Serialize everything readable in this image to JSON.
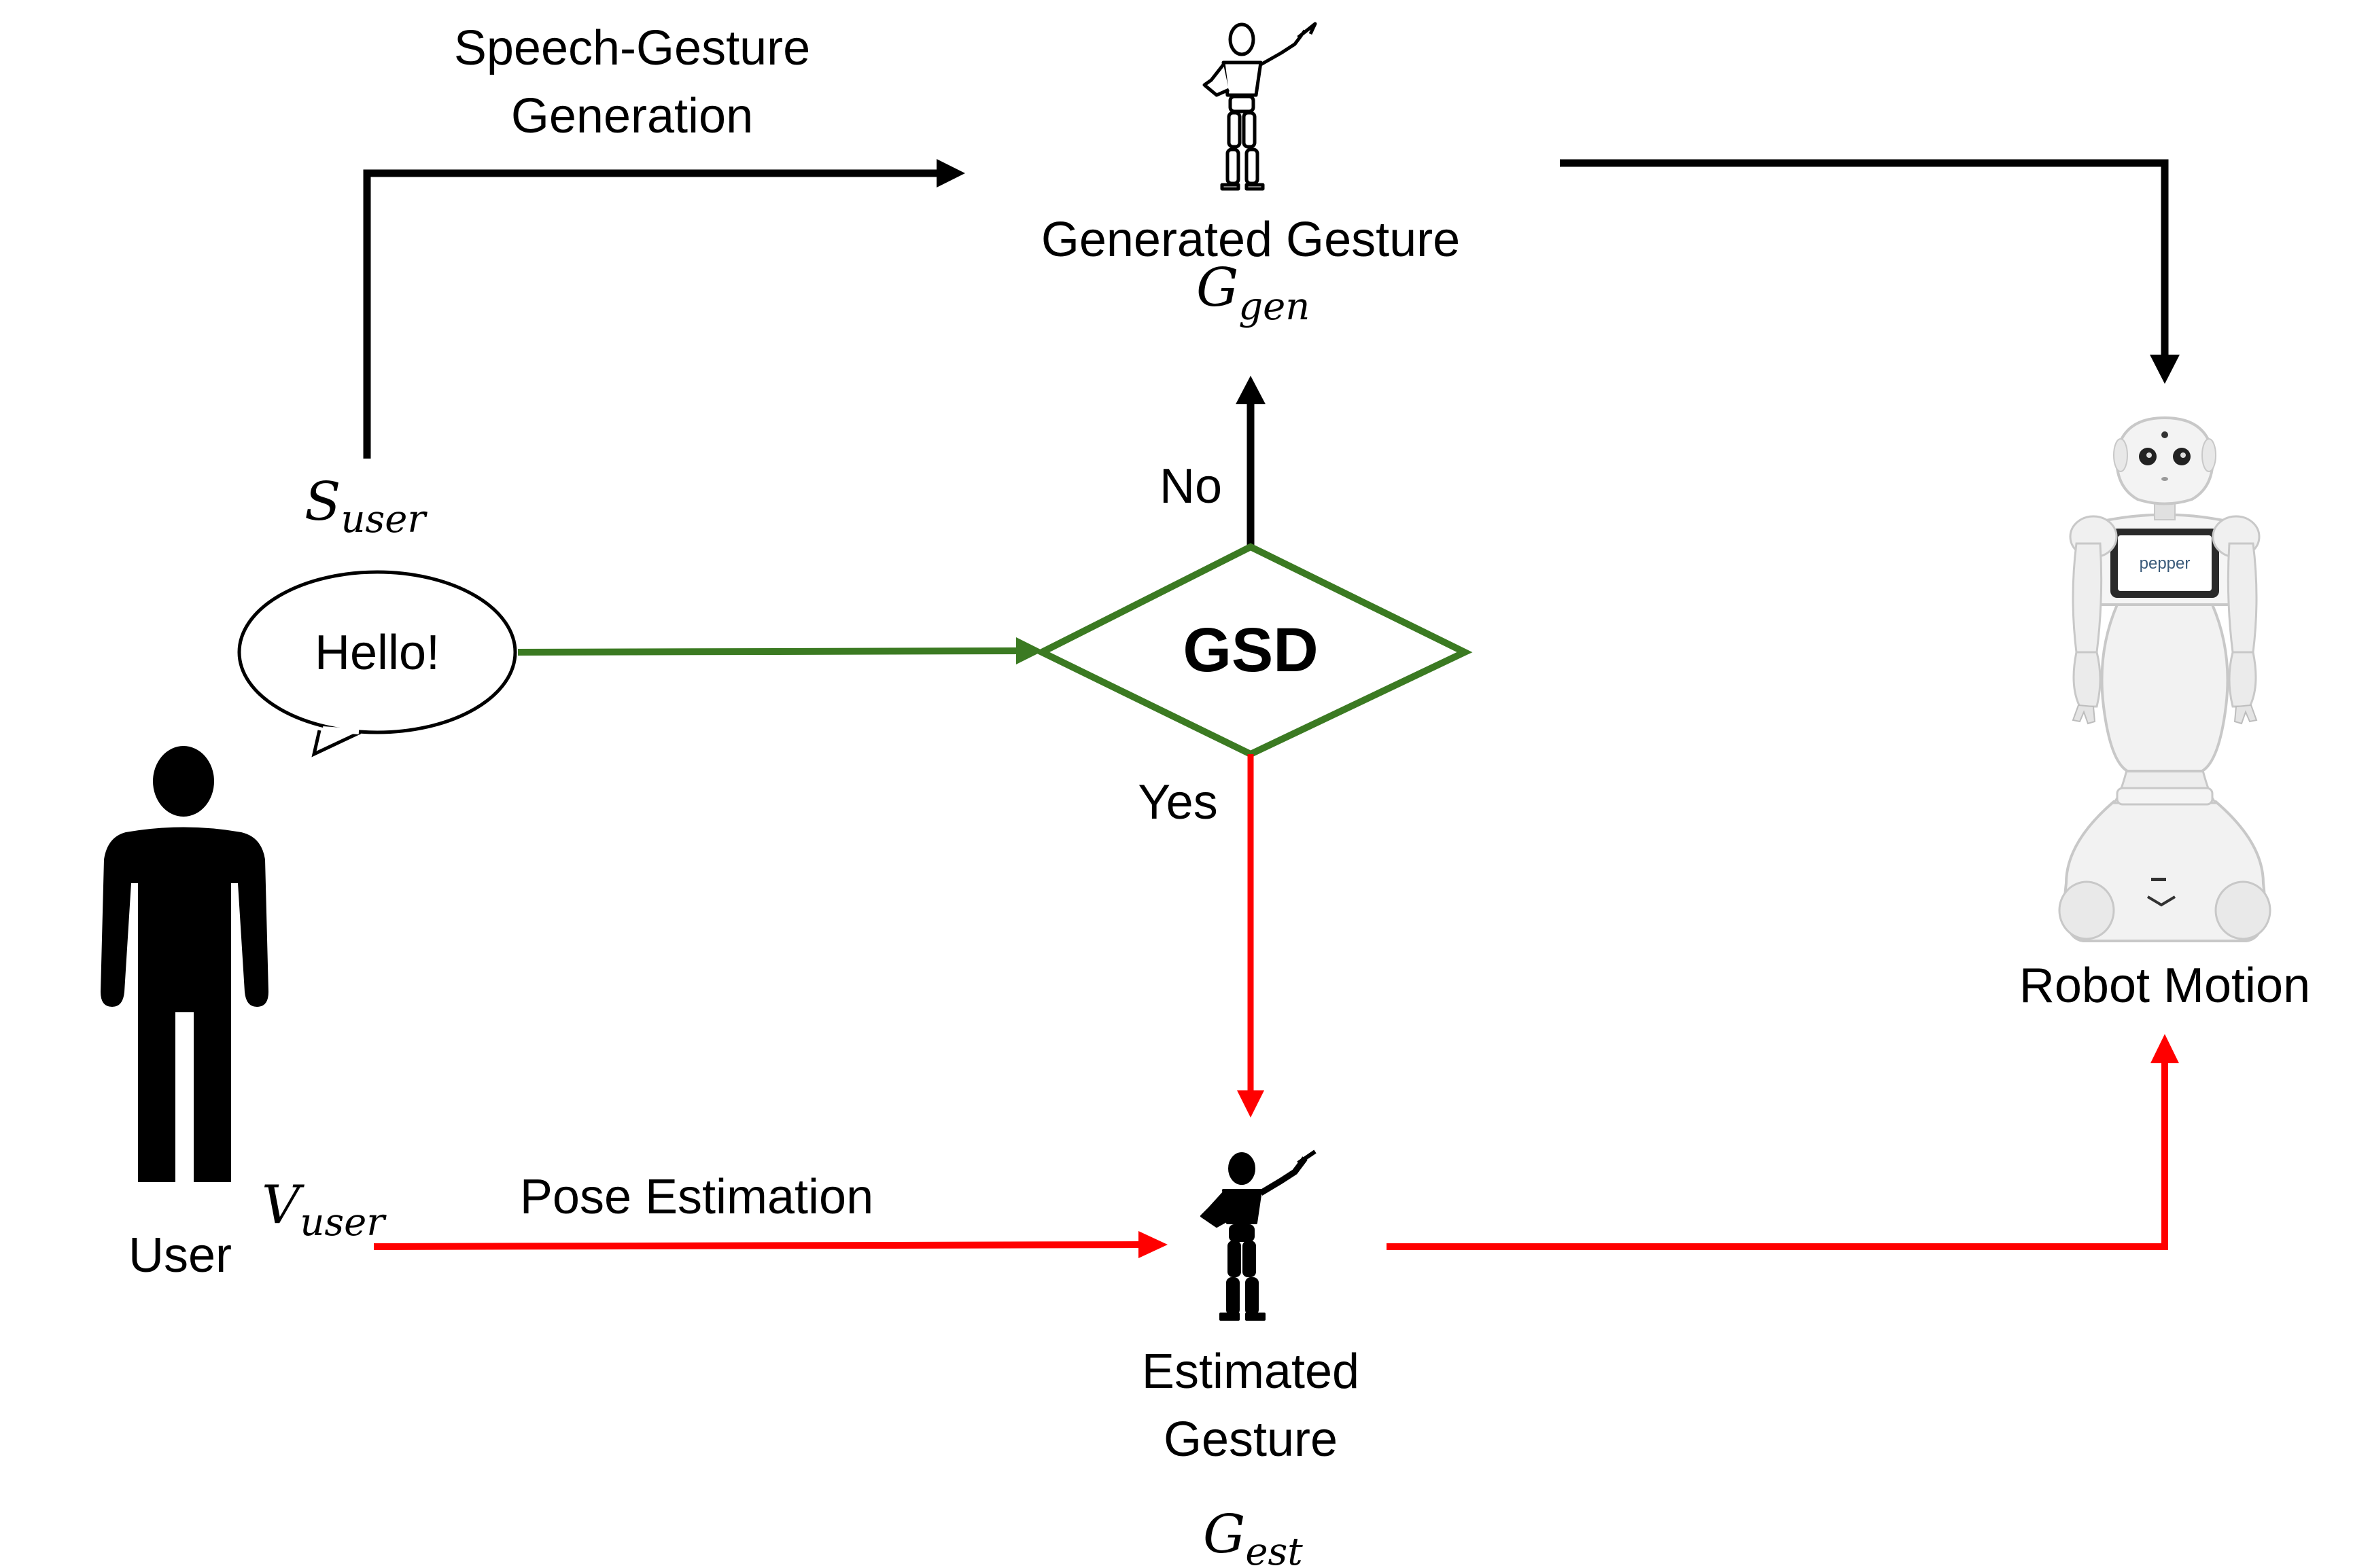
{
  "labels": {
    "speech_gesture_line1": "Speech-Gesture",
    "speech_gesture_line2": "Generation",
    "generated_gesture": "Generated Gesture",
    "g_gen_main": "G",
    "g_gen_sub": "gen",
    "s_user_main": "S",
    "s_user_sub": "user",
    "hello": "Hello!",
    "gsd": "GSD",
    "no": "No",
    "yes": "Yes",
    "v_user_main": "V",
    "v_user_sub": "user",
    "user": "User",
    "pose_estimation": "Pose Estimation",
    "estimated_line1": "Estimated",
    "estimated_line2": "Gesture",
    "g_est_main": "G",
    "g_est_sub": "est",
    "robot_motion": "Robot Motion",
    "robot_screen": "pepper"
  },
  "colors": {
    "black_path": "#000000",
    "green_path": "#3b7a22",
    "red_path": "#ff0000"
  },
  "icons": {
    "user": "person-icon",
    "generated": "wooden-mannequin-outline-icon",
    "estimated": "wooden-mannequin-filled-icon",
    "robot": "pepper-robot-icon",
    "speech": "speech-bubble-icon"
  }
}
